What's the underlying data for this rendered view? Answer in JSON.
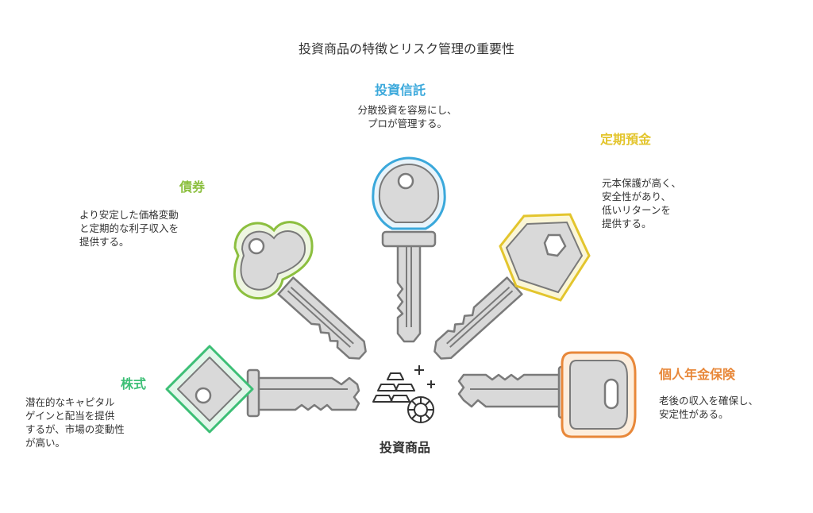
{
  "title": "投資商品の特徴とリスク管理の重要性",
  "center": {
    "label": "投資商品",
    "icon": "gold-bars-and-chip-icon"
  },
  "keys": [
    {
      "id": "mutual-fund",
      "label": "投資信託",
      "color": "#3aa8db",
      "fill": "#e8f4fb",
      "desc": [
        "分散投資を容易にし、",
        "プロが管理する。"
      ]
    },
    {
      "id": "bond",
      "label": "債券",
      "color": "#8cbf3f",
      "fill": "#eef6e1",
      "desc": [
        "より安定した価格変動",
        "と定期的な利子収入を",
        "提供する。"
      ]
    },
    {
      "id": "time-deposit",
      "label": "定期預金",
      "color": "#e3c52d",
      "fill": "#fbf6d6",
      "desc": [
        "元本保護が高く、",
        "安全性があり、",
        "低いリターンを",
        "提供する。"
      ]
    },
    {
      "id": "stock",
      "label": "株式",
      "color": "#3dbf76",
      "fill": "#e2f6ea",
      "desc": [
        "潜在的なキャピタル",
        "ゲインと配当を提供",
        "するが、市場の変動性",
        "が高い。"
      ]
    },
    {
      "id": "pension",
      "label": "個人年金保険",
      "color": "#e8883a",
      "fill": "#fdeedd",
      "desc": [
        "老後の収入を確保し、",
        "安定性がある。"
      ]
    }
  ]
}
